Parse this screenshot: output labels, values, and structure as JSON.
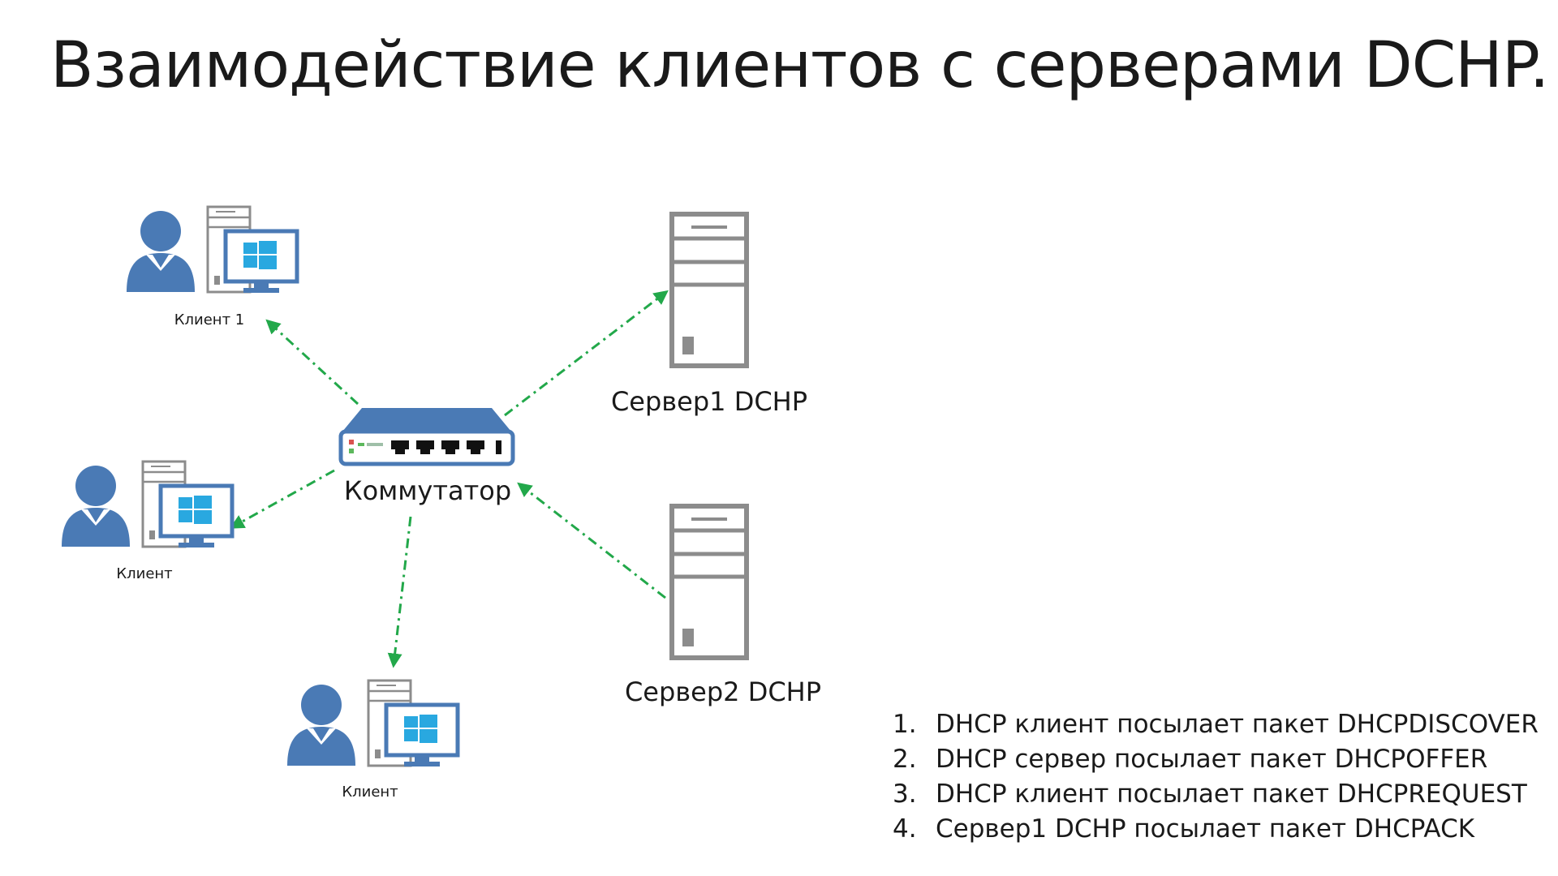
{
  "title": "Взаимодействие клиентов с серверами DCHP.",
  "nodes": {
    "client_1": {
      "label": "Клиент 1",
      "icon": "user-computer-icon"
    },
    "client_2": {
      "label": "Клиент",
      "icon": "user-computer-icon"
    },
    "client_3": {
      "label": "Клиент",
      "icon": "user-computer-icon"
    },
    "switch": {
      "label": "Коммутатор",
      "icon": "network-switch-icon"
    },
    "server_1": {
      "label": "Сервер1 DCHP",
      "icon": "server-tower-icon"
    },
    "server_2": {
      "label": "Сервер2 DCHP",
      "icon": "server-tower-icon"
    }
  },
  "steps": [
    {
      "num": "1.",
      "text": "DHCP клиент посылает пакет DHCPDISCOVER"
    },
    {
      "num": "2.",
      "text": "DHCP сервер посылает пакет DHCPOFFER"
    },
    {
      "num": "3.",
      "text": "DHCP клиент посылает пакет DHCPREQUEST"
    },
    {
      "num": "4.",
      "text": "Сервер1 DCHP посылает пакет DHCPACK"
    }
  ],
  "colors": {
    "connector": "#22a84a",
    "user": "#4a7ab5",
    "switch_body": "#4a7ab5",
    "server_outline": "#8c8c8c",
    "windows_logo": "#29a8e0"
  }
}
